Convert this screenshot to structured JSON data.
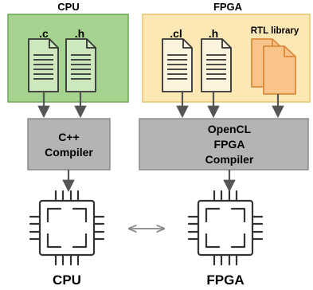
{
  "cpu": {
    "title": "CPU",
    "files": [
      ".c",
      ".h"
    ],
    "compiler_lines": [
      "C++",
      "Compiler"
    ],
    "device_label": "CPU"
  },
  "fpga": {
    "title": "FPGA",
    "files": [
      ".cl",
      ".h"
    ],
    "library_label": "RTL library",
    "compiler_lines": [
      "OpenCL",
      "FPGA",
      "Compiler"
    ],
    "device_label": "FPGA"
  },
  "colors": {
    "cpu_panel_fill": "#a6d38f",
    "cpu_panel_border": "#6aaa52",
    "cpu_doc_fill": "#cde8bc",
    "fpga_panel_fill": "#fbe8b4",
    "fpga_panel_border": "#e8c36d",
    "fpga_doc_fill": "#fbf3dc",
    "rtl_doc_fill": "#f9c489",
    "rtl_doc_border": "#d98a3c",
    "compiler_fill": "#b4b4b4",
    "compiler_border": "#8a8a8a",
    "arrow": "#555555",
    "chip_stroke": "#333333",
    "bidir_arrow": "#888888"
  },
  "icons": [
    "document-icon",
    "chip-icon",
    "bidirectional-arrow-icon",
    "down-arrow-icon"
  ]
}
